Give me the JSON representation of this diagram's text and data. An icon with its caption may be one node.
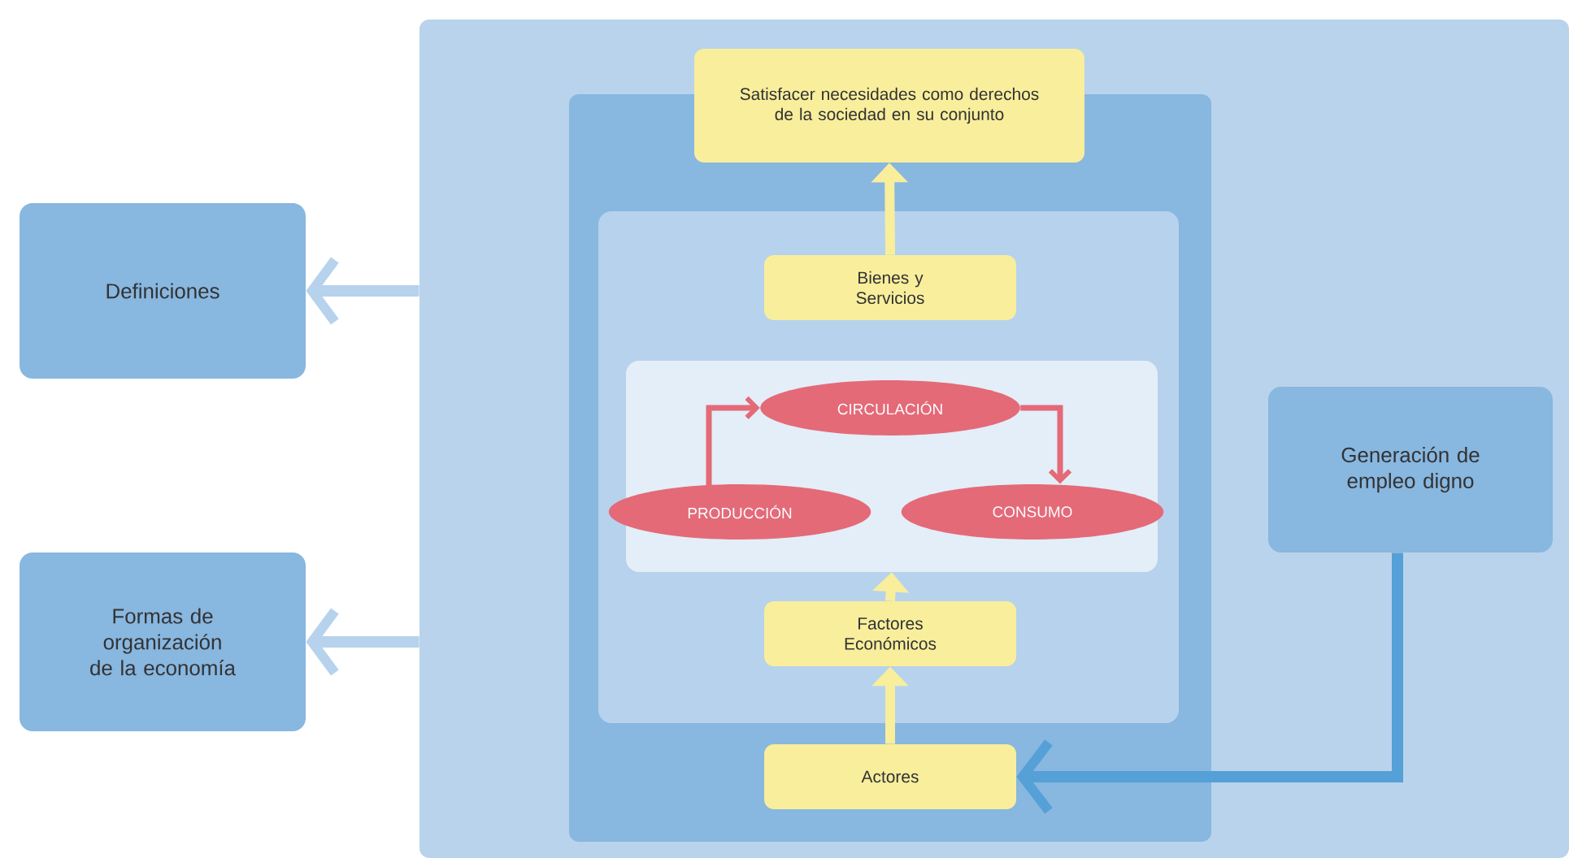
{
  "diagram": {
    "nodes": [
      {
        "text": [],
        "shape": "box"
      },
      {
        "text": [],
        "shape": "box",
        "in": 0
      },
      {
        "text": [
          "Satisfacer necesidades como derechos de la sociedad en su conjunto"
        ],
        "in": 0
      },
      {
        "text": [],
        "shape": "box",
        "in": 1
      },
      {
        "text": [
          "Bienes y Servicios"
        ],
        "in": 3
      },
      {
        "text": [],
        "shape": "box",
        "in": 3
      },
      {
        "text": [
          "CIRCULACIÓN"
        ],
        "in": 5
      },
      {
        "text": [
          "PRODUCCIÓN"
        ],
        "in": 5
      },
      {
        "text": [
          "CONSUMO"
        ],
        "in": 5
      },
      {
        "text": [
          "Factores Económicos"
        ],
        "in": 3
      },
      {
        "text": [
          "Actores"
        ],
        "in": 1
      },
      {
        "text": [
          "Definiciones"
        ]
      },
      {
        "text": [
          "Formas de organización de la economía"
        ]
      },
      {
        "text": [
          "Generación de empleo digno"
        ],
        "in": 0
      }
    ],
    "edges": [
      {
        "from": 0,
        "to": 11,
        "arrow": "to",
        "color": "#b7d2ec"
      },
      {
        "from": 0,
        "to": 12,
        "arrow": "to",
        "color": "#b7d2ec"
      },
      {
        "from": 4,
        "to": 2,
        "arrow": "to"
      },
      {
        "from": 7,
        "to": 6,
        "arrow": "to",
        "color": "#e46a78"
      },
      {
        "from": 6,
        "to": 8,
        "arrow": "to",
        "color": "#e46a78"
      },
      {
        "from": 9,
        "to": 5,
        "arrow": "to"
      },
      {
        "from": 10,
        "to": 9,
        "arrow": "to"
      },
      {
        "from": 13,
        "to": 10,
        "arrow": "to",
        "color": "#55a0d6"
      }
    ]
  }
}
